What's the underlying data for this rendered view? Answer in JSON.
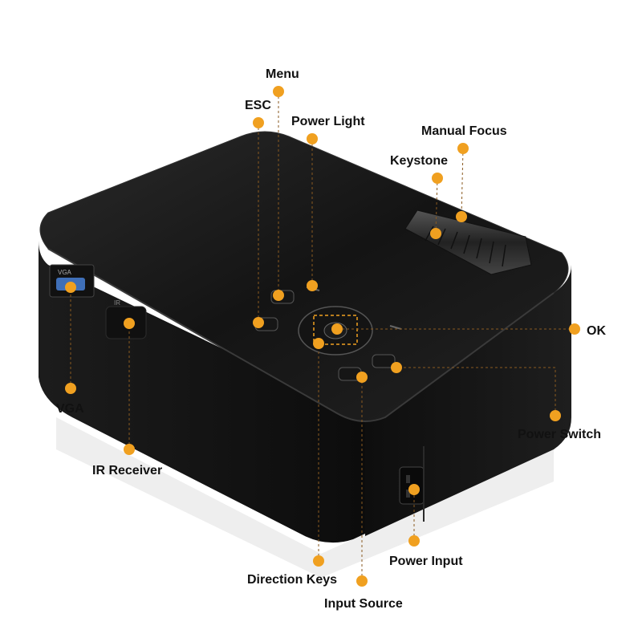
{
  "accent_color": "#f0a020",
  "leader_color": "#8a5a20",
  "device": {
    "name": "projector",
    "body_color": "#1a1a1a",
    "port_labels": {
      "vga": "VGA",
      "ir": "IR"
    }
  },
  "callouts": {
    "menu": "Menu",
    "esc": "ESC",
    "power_light": "Power Light",
    "manual_focus": "Manual Focus",
    "keystone": "Keystone",
    "ok": "OK",
    "vga": "VGA",
    "ir_receiver": "IR Receiver",
    "power_switch": "Power Switch",
    "power_input": "Power Input",
    "direction_keys": "Direction Keys",
    "input_source": "Input Source"
  }
}
